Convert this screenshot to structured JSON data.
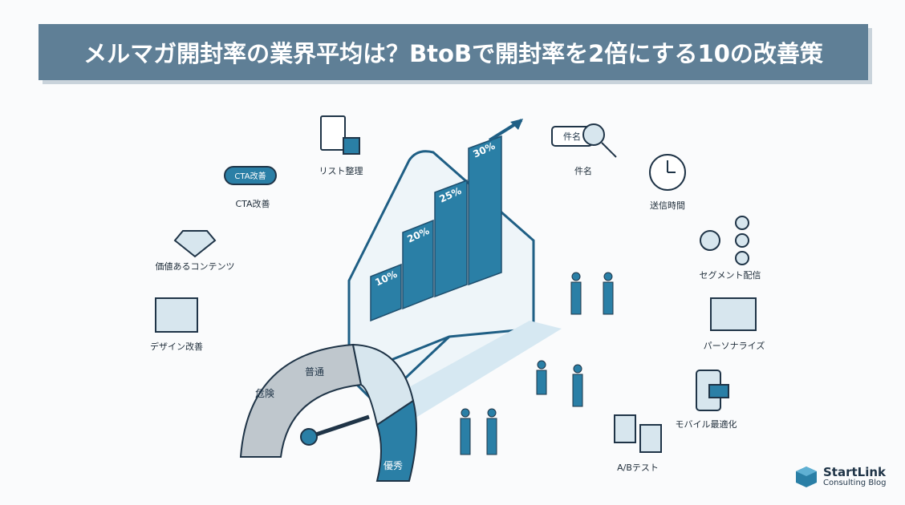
{
  "title": "メルマガ開封率の業界平均は？BtoBで開封率を2倍にする10の改善策",
  "items": {
    "list": "リスト整理",
    "cta": "CTA改善",
    "cta_button": "CTA改善",
    "content": "価値あるコンテンツ",
    "design": "デザイン改善",
    "subject": "件名",
    "subject_tag": "件名",
    "time": "送信時間",
    "segment": "セグメント配信",
    "personalize": "パーソナライズ",
    "mobile": "モバイル最適化",
    "ab": "A/Bテスト"
  },
  "bars": [
    "10%",
    "20%",
    "25%",
    "30%"
  ],
  "gauge": {
    "low": "危険",
    "mid": "普通",
    "high": "優秀"
  },
  "logo": {
    "name": "StartLink",
    "sub": "Consulting Blog"
  },
  "colors": {
    "accent": "#2a7fa6",
    "title_bg": "#5f7f96",
    "dark": "#1f3447"
  }
}
